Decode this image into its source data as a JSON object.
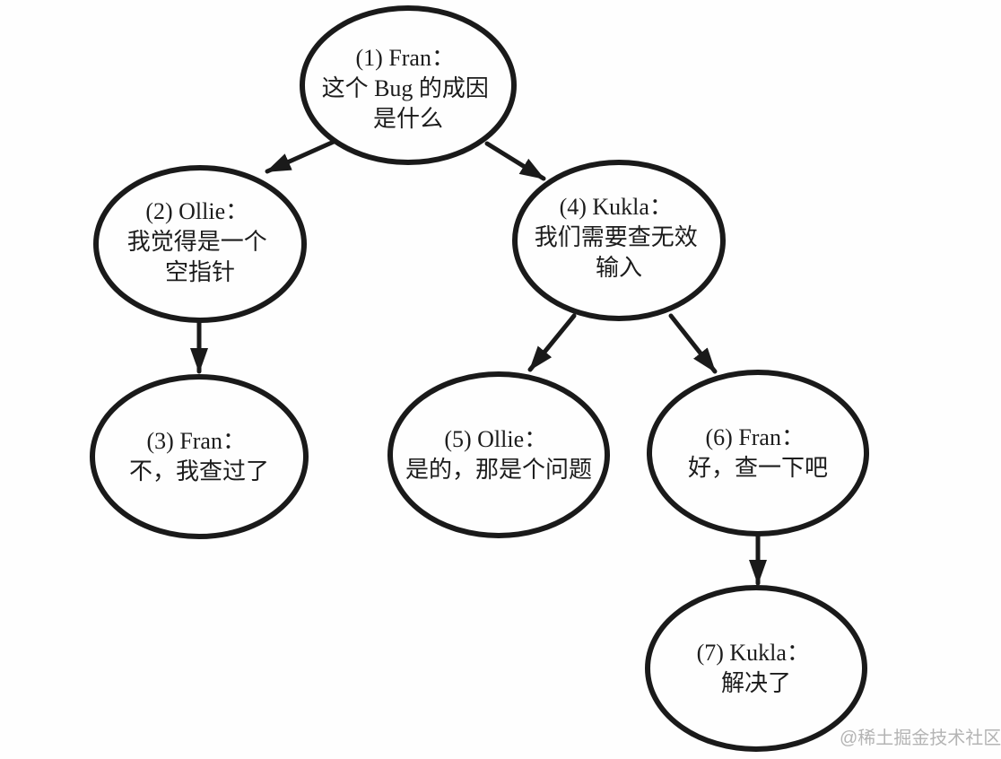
{
  "diagram": {
    "type": "dialogue-tree",
    "nodes": [
      {
        "id": 1,
        "speaker": "Fran",
        "header": "(1) Fran：",
        "lines": [
          "这个 Bug 的成因",
          "是什么"
        ]
      },
      {
        "id": 2,
        "speaker": "Ollie",
        "header": "(2) Ollie：",
        "lines": [
          "我觉得是一个",
          "空指针"
        ]
      },
      {
        "id": 3,
        "speaker": "Fran",
        "header": "(3) Fran：",
        "lines": [
          "不，我查过了"
        ]
      },
      {
        "id": 4,
        "speaker": "Kukla",
        "header": "(4) Kukla：",
        "lines": [
          "我们需要查无效",
          "输入"
        ]
      },
      {
        "id": 5,
        "speaker": "Ollie",
        "header": "(5) Ollie：",
        "lines": [
          "是的，那是个问题"
        ]
      },
      {
        "id": 6,
        "speaker": "Fran",
        "header": "(6) Fran：",
        "lines": [
          "好，查一下吧"
        ]
      },
      {
        "id": 7,
        "speaker": "Kukla",
        "header": "(7) Kukla：",
        "lines": [
          "解决了"
        ]
      }
    ],
    "edges": [
      {
        "from": 1,
        "to": 2
      },
      {
        "from": 1,
        "to": 4
      },
      {
        "from": 2,
        "to": 3
      },
      {
        "from": 4,
        "to": 5
      },
      {
        "from": 4,
        "to": 6
      },
      {
        "from": 6,
        "to": 7
      }
    ]
  },
  "watermark": "@稀土掘金技术社区",
  "colors": {
    "ink": "#1a1a1a",
    "background": "#fefefe",
    "watermark": "#b4b4b4"
  }
}
